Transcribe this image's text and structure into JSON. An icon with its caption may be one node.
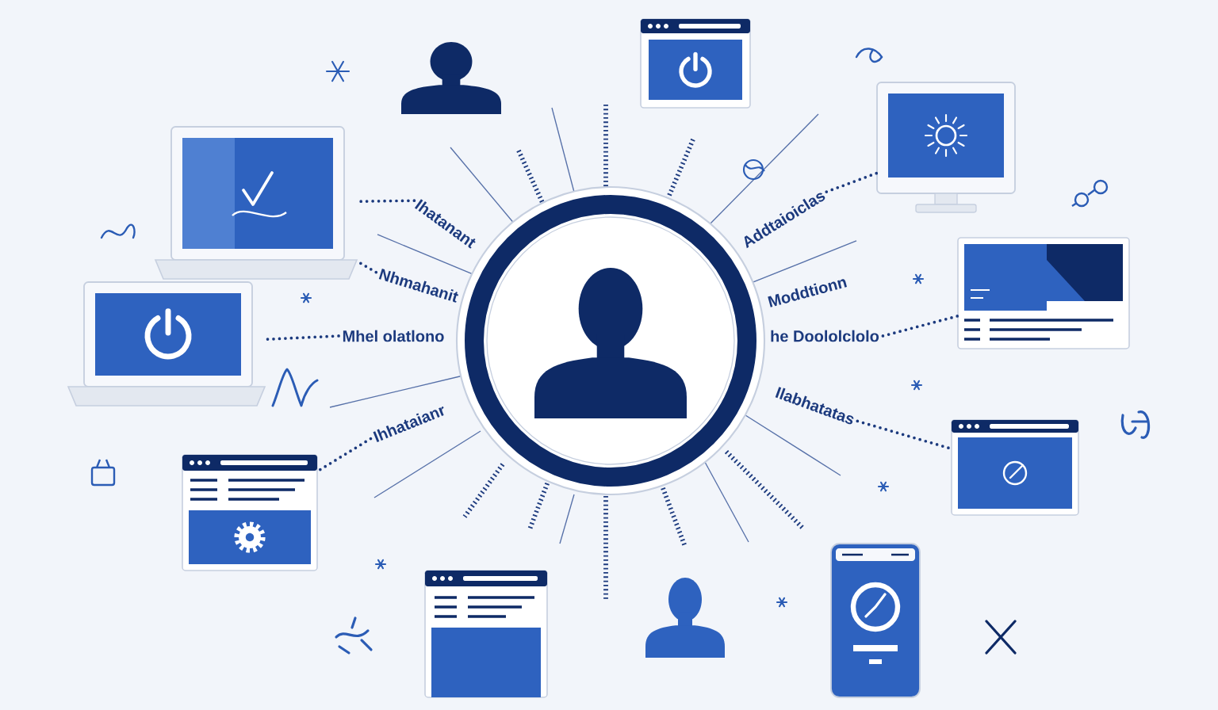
{
  "diagram": {
    "nodes": [
      {
        "text": [],
        "shape": "circle"
      },
      {
        "text": [],
        "shape": "person"
      },
      {
        "text": [],
        "shape": "picture"
      },
      {
        "text": [],
        "shape": "picture"
      },
      {
        "text": [],
        "shape": "picture"
      },
      {
        "text": [],
        "shape": "picture"
      },
      {
        "text": [],
        "shape": "picture"
      },
      {
        "text": [],
        "shape": "picture"
      },
      {
        "text": [],
        "shape": "picture"
      },
      {
        "text": [],
        "shape": "picture"
      },
      {
        "text": [],
        "shape": "person"
      },
      {
        "text": [],
        "shape": "picture"
      },
      {
        "text": [
          "Ihatanant"
        ]
      },
      {
        "text": [
          "Nhmahanit"
        ]
      },
      {
        "text": [
          "Mhel olatlono"
        ]
      },
      {
        "text": [
          "Ihhataianr"
        ]
      },
      {
        "text": [
          "Addtaioiclas"
        ]
      },
      {
        "text": [
          "he Doololclolo"
        ]
      },
      {
        "text": [
          "Ilabhatatas"
        ]
      }
    ],
    "edges": [
      {
        "from": 12,
        "to": 3,
        "arrow": "none"
      },
      {
        "from": 13,
        "to": 3,
        "arrow": "none"
      },
      {
        "from": 14,
        "to": 5,
        "arrow": "none"
      },
      {
        "from": 15,
        "to": 7,
        "arrow": "none"
      },
      {
        "from": 16,
        "to": 4,
        "arrow": "none"
      },
      {
        "from": 17,
        "to": 6,
        "arrow": "none"
      },
      {
        "from": 18,
        "to": 8,
        "arrow": "none"
      }
    ],
    "labels": [
      "Moddtionn"
    ]
  }
}
